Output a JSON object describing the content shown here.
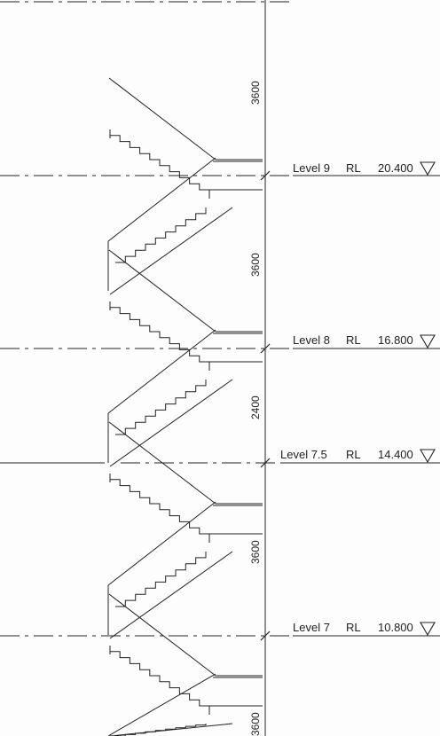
{
  "levels": [
    {
      "name": "Level 9",
      "rl": "RL",
      "value": "20.400"
    },
    {
      "name": "Level 8",
      "rl": "RL",
      "value": "16.800"
    },
    {
      "name": "Level 7.5",
      "rl": "RL",
      "value": "14.400"
    },
    {
      "name": "Level 7",
      "rl": "RL",
      "value": "10.800"
    }
  ],
  "dimensions": [
    "3600",
    "3600",
    "2400",
    "3600",
    "3600"
  ],
  "colors": {
    "line": "#222222",
    "background": "#fdfdfd"
  }
}
